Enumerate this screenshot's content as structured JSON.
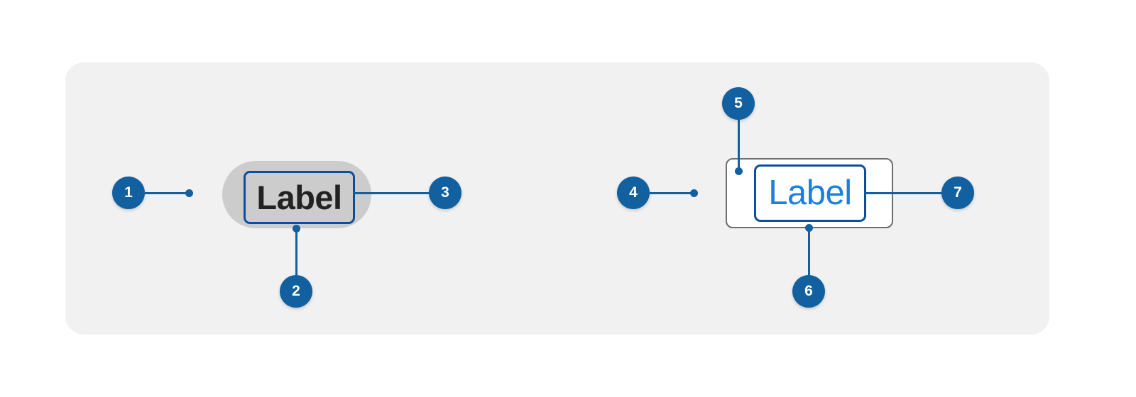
{
  "page": {
    "background_color": "#ffffff",
    "panel_color": "#f1f1f2"
  },
  "specimens": [
    {
      "id": "focus-ring-on-gray-halo",
      "halo_color": "#cccccc",
      "ring_color": "#0d4d9e",
      "label": "Label",
      "label_color": "#222222",
      "label_weight": "bold"
    },
    {
      "id": "focus-ring-in-white-card",
      "card_color": "#ffffff",
      "card_border_color": "#6d6d6d",
      "ring_color": "#0d4d9e",
      "label": "Label",
      "label_color": "#1a7fe0",
      "label_weight": "regular"
    }
  ],
  "callouts": [
    {
      "number": "1",
      "target": "left-outer-spacing"
    },
    {
      "number": "2",
      "target": "left-halo-bottom"
    },
    {
      "number": "3",
      "target": "left-ring-right-edge"
    },
    {
      "number": "4",
      "target": "right-outer-spacing"
    },
    {
      "number": "5",
      "target": "right-card-inner-top-left"
    },
    {
      "number": "6",
      "target": "right-card-bottom"
    },
    {
      "number": "7",
      "target": "right-ring-right-edge"
    }
  ],
  "colors": {
    "accent": "#12609f",
    "ring": "#0d4d9e",
    "halo": "#cccccc",
    "label_blue": "#1a7fe0",
    "label_dark": "#222222",
    "card_border": "#6d6d6d",
    "panel": "#f1f1f2"
  }
}
